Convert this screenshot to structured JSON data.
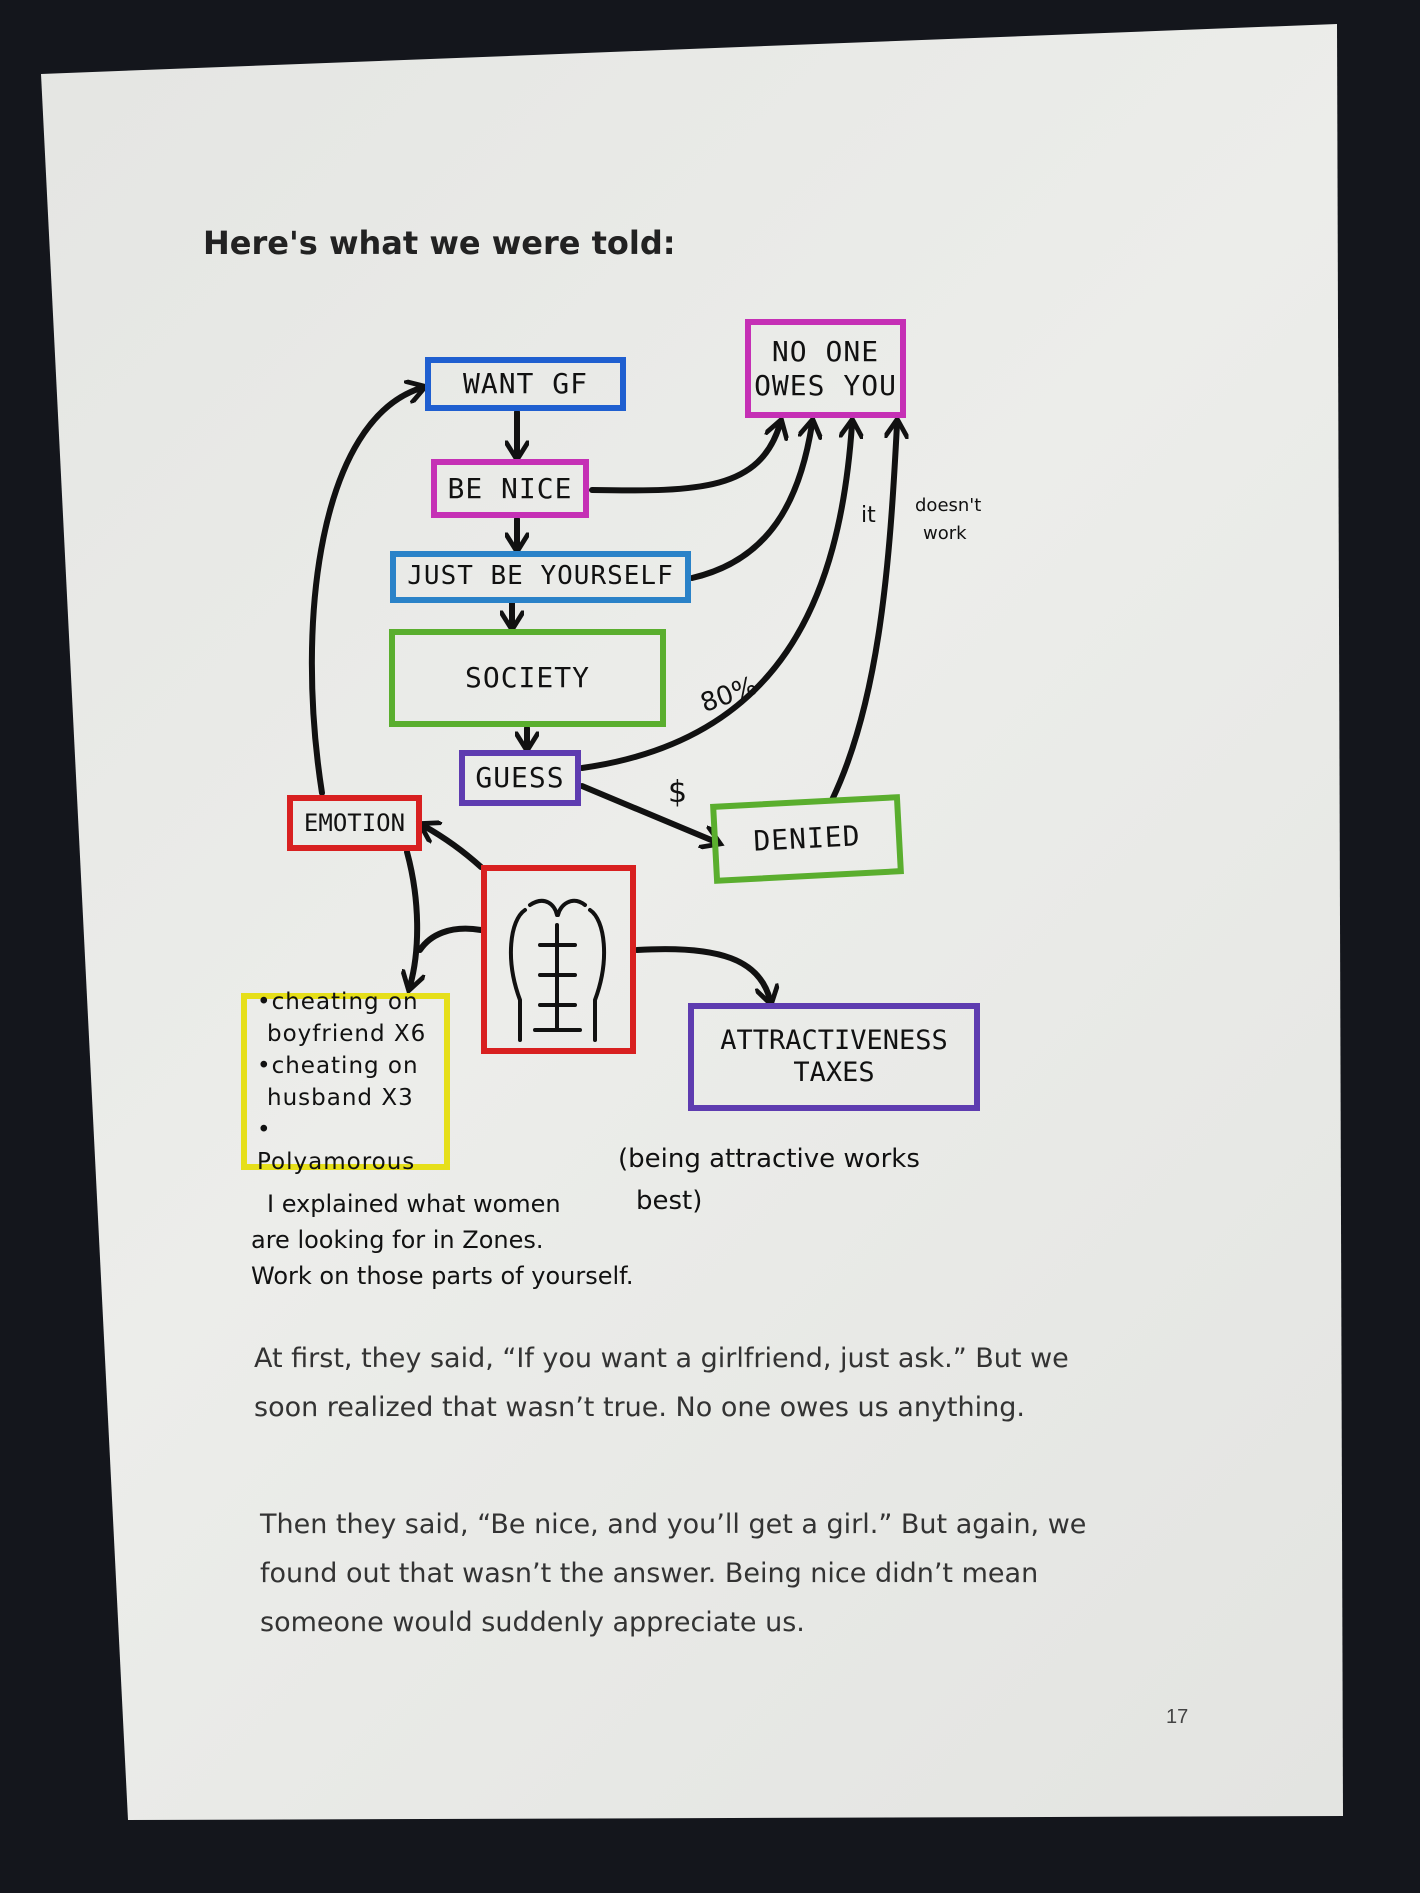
{
  "heading": "Here's what we were told:",
  "diagram": {
    "want_gf": "WANT GF",
    "no_one_owes_you": [
      "NO ONE",
      "OWES YOU"
    ],
    "be_nice": "BE NICE",
    "just_be_yourself": "JUST BE YOURSELF",
    "society": "SOCIETY",
    "guess": "GUESS",
    "denied": "DENIED",
    "emotion": "EMOTION",
    "attractiveness_taxes": [
      "ATTRACTIVENESS",
      "TAXES"
    ],
    "label_it": "it",
    "label_doesnt_work": [
      "doesn't",
      "work"
    ],
    "label_80": "80%",
    "label_dollar": "$",
    "list_items": [
      "•cheating on",
      " boyfriend X6",
      "•cheating on",
      " husband X3",
      "• Polyamorous"
    ],
    "note_being_attractive": [
      "(being attractive works",
      "best)"
    ],
    "note_explained": [
      "I explained what women",
      "are looking for in Zones.",
      "Work on those parts of yourself."
    ]
  },
  "paragraphs": [
    [
      "At first, they said, “If you want a girlfriend, just ask.” But we",
      "soon realized that wasn’t true. No one owes us anything."
    ],
    [
      "Then they said, “Be nice, and you’ll get a girl.” But again, we",
      "found out that wasn’t the answer. Being nice didn’t mean",
      "someone would suddenly appreciate us."
    ]
  ],
  "page_number": "17",
  "colors": {
    "blue": "#1f5fd0",
    "magenta": "#c530b5",
    "lightblue": "#2a82c8",
    "green": "#5aae2e",
    "purple": "#5e3cb0",
    "red": "#d82020",
    "yellow": "#e6df1a"
  }
}
